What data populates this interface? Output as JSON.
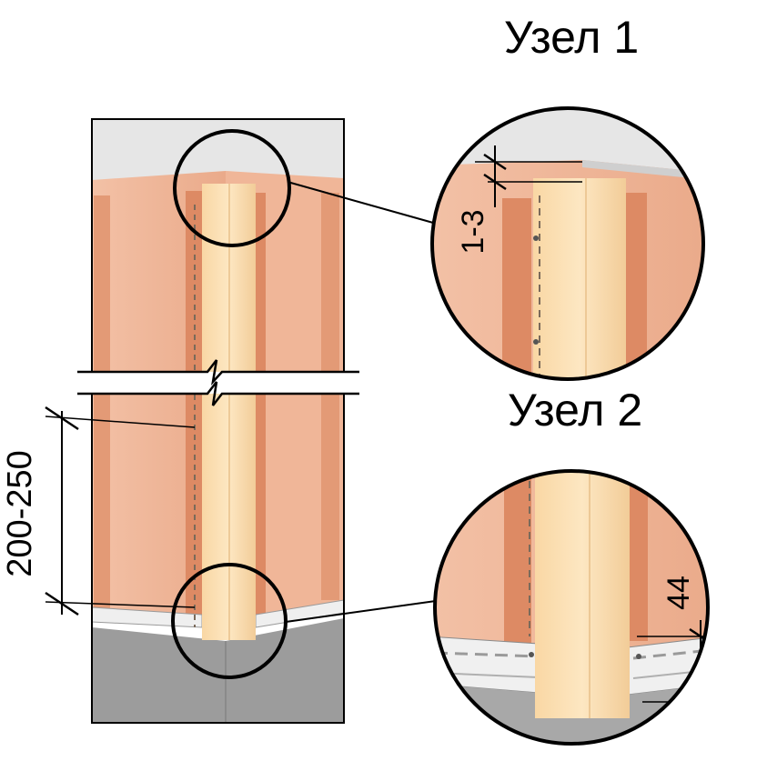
{
  "node1": {
    "title": "Узел 1",
    "gap": "1-3"
  },
  "node2": {
    "title": "Узел 2",
    "offset": "44"
  },
  "spacing": "200-250",
  "colors": {
    "wall": "#efb79a",
    "wall_edge": "#dd8a64",
    "trim": "#fbe0b2",
    "ceiling": "#e6e6e6",
    "floor": "#9c9c9c",
    "starter_strip": "#f0f0f0",
    "outline": "#000000"
  }
}
